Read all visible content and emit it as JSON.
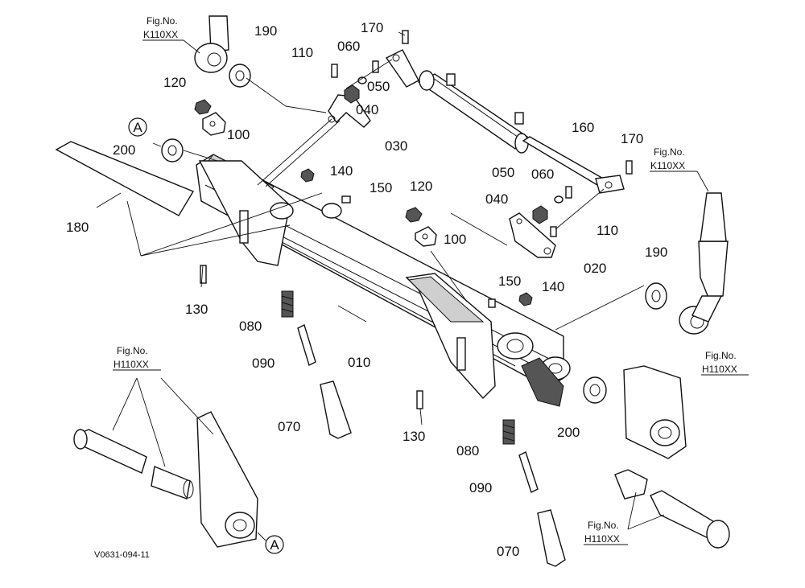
{
  "diagram_code": "V0631-094-11",
  "callout_letter": "A",
  "fig_refs": [
    {
      "title": "Fig.No.",
      "code": "K110XX"
    },
    {
      "title": "Fig.No.",
      "code": "K110XX"
    },
    {
      "title": "Fig.No.",
      "code": "H110XX"
    },
    {
      "title": "Fig.No.",
      "code": "H110XX"
    },
    {
      "title": "Fig.No.",
      "code": "H110XX"
    }
  ],
  "part_labels": [
    "190",
    "170",
    "110",
    "060",
    "050",
    "040",
    "030",
    "120",
    "100",
    "200",
    "180",
    "140",
    "150",
    "160",
    "170",
    "050",
    "060",
    "040",
    "110",
    "020",
    "120",
    "100",
    "190",
    "150",
    "140",
    "130",
    "080",
    "090",
    "010",
    "070",
    "200",
    "130",
    "080",
    "090",
    "070"
  ]
}
